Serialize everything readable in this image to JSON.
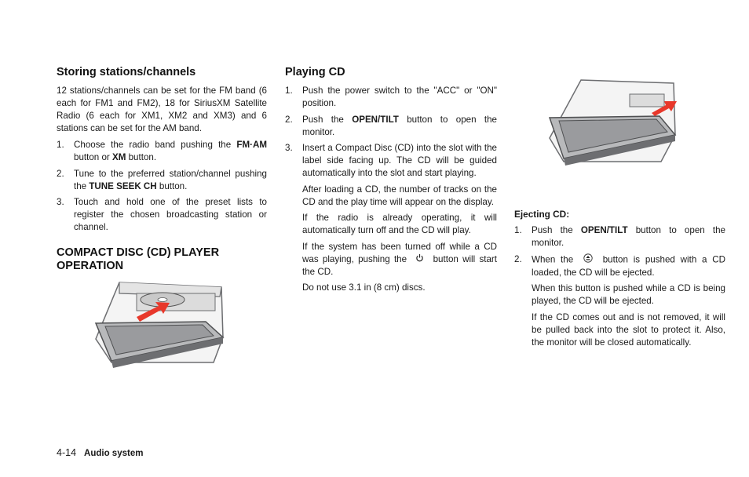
{
  "left": {
    "heading": "Storing stations/channels",
    "intro": "12 stations/channels can be set for the FM band (6 each for FM1 and FM2), 18 for SiriusXM Satellite Radio (6 each for XM1, XM2 and XM3) and 6 stations can be set for the AM band.",
    "steps": [
      {
        "num": "1.",
        "a": "Choose the radio band pushing the ",
        "b": "FM·AM",
        "c": " button or ",
        "d": "XM",
        "e": " button."
      },
      {
        "num": "2.",
        "a": "Tune to the preferred station/channel pushing the ",
        "b": "TUNE SEEK CH",
        "c": " button."
      },
      {
        "num": "3.",
        "a": "Touch and hold one of the preset lists to register the chosen broadcasting station or channel."
      }
    ],
    "section_title": "COMPACT DISC (CD) PLAYER OPERATION"
  },
  "middle": {
    "heading": "Playing CD",
    "steps": [
      {
        "num": "1.",
        "a": "Push the power switch to the \"ACC\" or \"ON\" position."
      },
      {
        "num": "2.",
        "a": "Push the ",
        "b": "OPEN/TILT",
        "c": " button to open the monitor."
      },
      {
        "num": "3.",
        "a": "Insert a Compact Disc (CD) into the slot with the label side facing up. The CD will be guided automatically into the slot and start playing."
      }
    ],
    "notes": {
      "n1": "After loading a CD, the number of tracks on the CD and the play time will appear on the display.",
      "n2": "If the radio is already operating, it will automatically turn off and the CD will play.",
      "n3a": "If the system has been turned off while a CD was playing, pushing the ",
      "n3b": " button will start the CD.",
      "n4": "Do not use 3.1 in (8 cm) discs."
    }
  },
  "right": {
    "heading": "Ejecting CD:",
    "steps": [
      {
        "num": "1.",
        "a": "Push the ",
        "b": "OPEN/TILT",
        "c": " button to open the monitor."
      },
      {
        "num": "2.",
        "a": "When the ",
        "c": " button is pushed with a CD loaded, the CD will be ejected."
      }
    ],
    "notes": {
      "n1": "When this button is pushed while a CD is being played, the CD will be ejected.",
      "n2": "If the CD comes out and is not removed, it will be pulled back into the slot to protect it. Also, the monitor will be closed automatically."
    }
  },
  "footer": {
    "page": "4-14",
    "section": "Audio system"
  },
  "colors": {
    "arrow": "#e8382b",
    "device": "#6d6e71"
  }
}
